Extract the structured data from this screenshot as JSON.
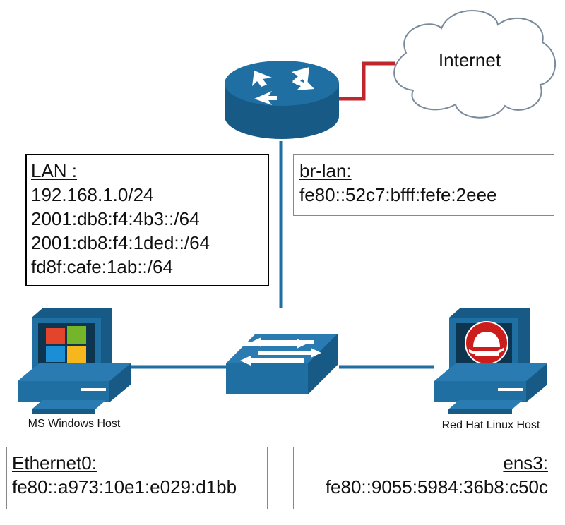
{
  "internet": {
    "label": "Internet"
  },
  "lan": {
    "title": "LAN :",
    "lines": [
      "192.168.1.0/24",
      "2001:db8:f4:4b3::/64",
      "2001:db8:f4:1ded::/64",
      "fd8f:cafe:1ab::/64"
    ]
  },
  "br_lan": {
    "title": "br-lan:",
    "address": "fe80::52c7:bfff:fefe:2eee"
  },
  "windows_host": {
    "label": "MS Windows Host",
    "interface": "Ethernet0:",
    "address": "fe80::a973:10e1:e029:d1bb"
  },
  "redhat_host": {
    "label": "Red Hat Linux Host",
    "interface": "ens3:",
    "address": "fe80::9055:5984:36b8:c50c"
  },
  "colors": {
    "device_blue": "#1f6fa3",
    "device_dark": "#175a86",
    "wan_link": "#c0272d",
    "lan_link": "#1f6fa3"
  },
  "icons": [
    "cloud-icon",
    "router-icon",
    "switch-icon",
    "windows-computer-icon",
    "redhat-computer-icon"
  ]
}
